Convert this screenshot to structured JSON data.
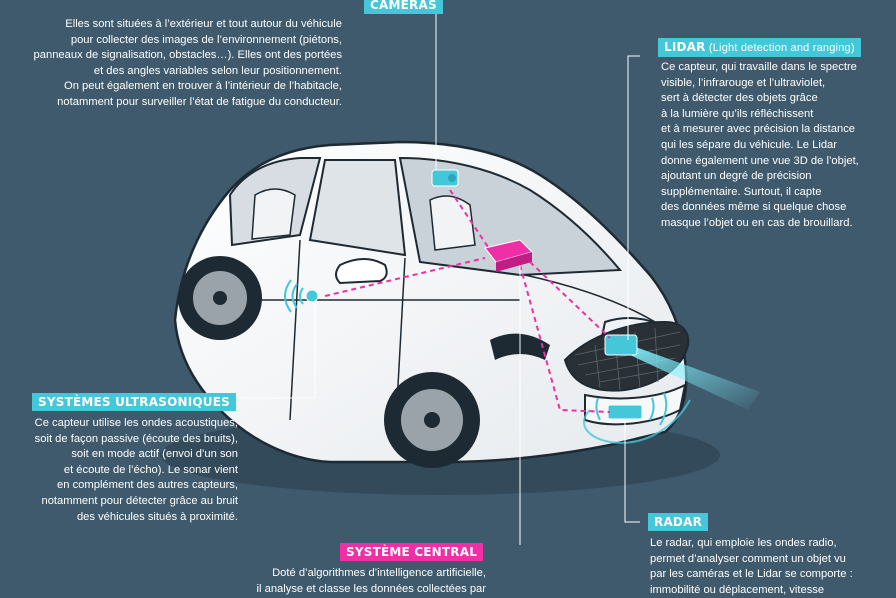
{
  "cameras": {
    "label": "CAMÉRAS",
    "lines": [
      "Elles sont situées à l’extérieur et tout autour du véhicule",
      "pour collecter des images de l’environnement (piétons,",
      "panneaux de signalisation, obstacles…). Elles ont des portées",
      "et des angles variables selon leur positionnement.",
      "On peut également en trouver à l’intérieur de l’habitacle,",
      "notamment pour surveiller l’état de fatigue du conducteur."
    ]
  },
  "lidar": {
    "label": "LIDAR",
    "label_sub": " (Light detection and ranging)",
    "lines": [
      "Ce capteur, qui travaille dans le spectre",
      "visible, l’infrarouge et l’ultraviolet,",
      "sert à détecter des objets grâce",
      "à la lumière qu’ils réfléchissent",
      "et à mesurer avec précision la distance",
      "qui les sépare du véhicule. Le Lidar",
      "donne également une vue 3D de l’objet,",
      "ajoutant un degré de précision",
      "supplémentaire. Surtout, il capte",
      "des données même si quelque chose",
      "masque l’objet ou en cas de brouillard."
    ]
  },
  "ultrasonic": {
    "label": "SYSTÈMES ULTRASONIQUES",
    "lines": [
      "Ce capteur utilise les ondes acoustiques,",
      "soit de façon passive (écoute des bruits),",
      "soit en mode actif (envoi d’un son",
      "et écoute de l’écho). Le sonar vient",
      "en complément des autres capteurs,",
      "notamment pour détecter grâce au bruit",
      "des véhicules situés à proximité."
    ]
  },
  "central": {
    "label": "SYSTÈME CENTRAL",
    "lines": [
      "Doté d’algorithmes d’intelligence artificielle,",
      "il analyse et classe les données collectées par"
    ]
  },
  "radar": {
    "label": "RADAR",
    "lines": [
      "Le radar, qui emploie les ondes radio,",
      "permet d’analyser comment un objet vu",
      "par les caméras et le Lidar se comporte :",
      "immobilité ou déplacement, vitesse"
    ]
  },
  "colors": {
    "background": "#3f5a6c",
    "sensor_cyan": "#45c7da",
    "central_pink": "#f02ea6"
  }
}
